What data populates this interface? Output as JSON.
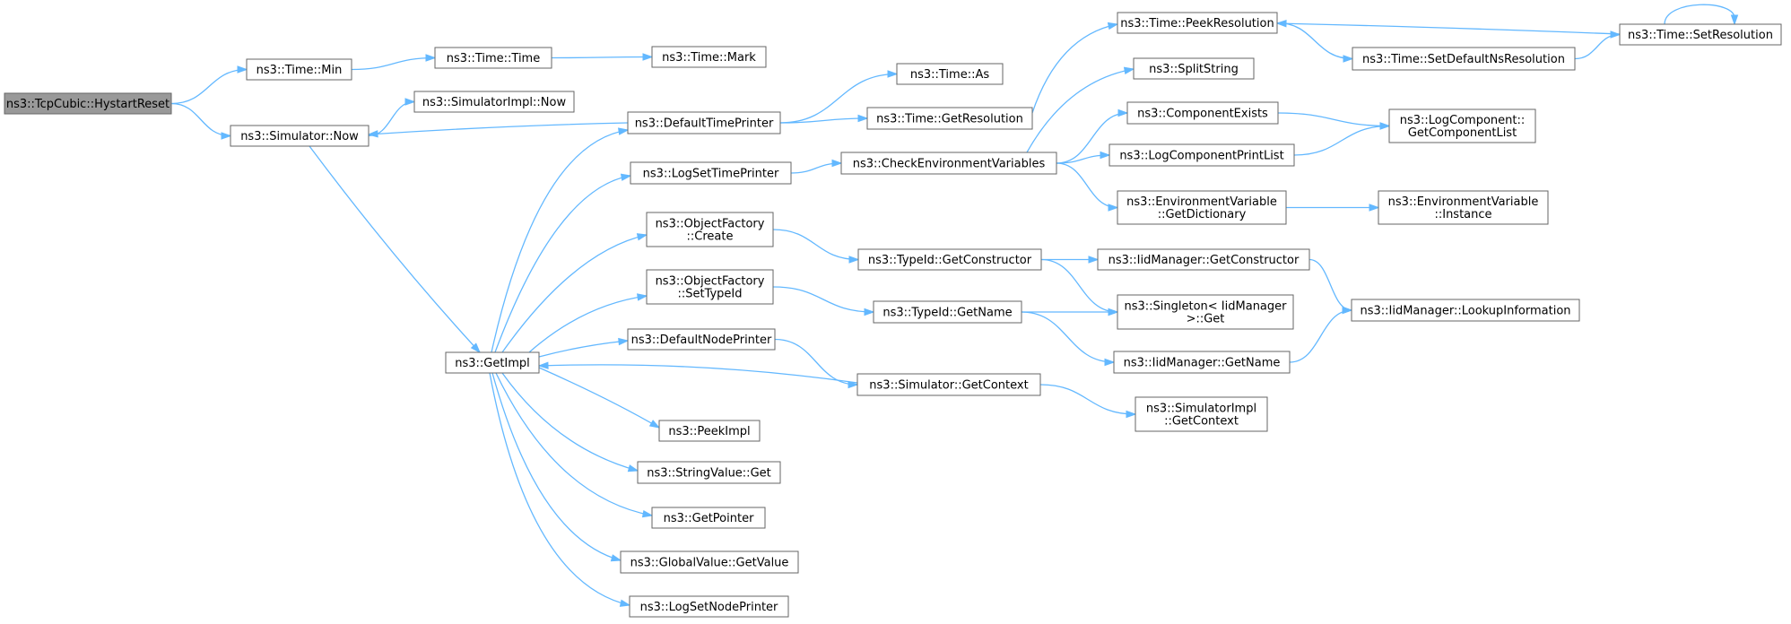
{
  "graph": {
    "colors": {
      "edge": "#63b8ff",
      "node_border": "#666666",
      "node_fill": "#ffffff",
      "root_fill": "#999999",
      "text": "#000000"
    },
    "nodes": [
      {
        "id": "hystart",
        "lines": [
          "ns3::TcpCubic::HystartReset"
        ],
        "root": true
      },
      {
        "id": "timemin",
        "lines": [
          "ns3::Time::Min"
        ]
      },
      {
        "id": "timetime",
        "lines": [
          "ns3::Time::Time"
        ]
      },
      {
        "id": "timemark",
        "lines": [
          "ns3::Time::Mark"
        ]
      },
      {
        "id": "simnow",
        "lines": [
          "ns3::Simulator::Now"
        ]
      },
      {
        "id": "simimplnow",
        "lines": [
          "ns3::SimulatorImpl::Now"
        ]
      },
      {
        "id": "defaulttimeprinter",
        "lines": [
          "ns3::DefaultTimePrinter"
        ]
      },
      {
        "id": "timeas",
        "lines": [
          "ns3::Time::As"
        ]
      },
      {
        "id": "getresolution",
        "lines": [
          "ns3::Time::GetResolution"
        ]
      },
      {
        "id": "peekresolution",
        "lines": [
          "ns3::Time::PeekResolution"
        ]
      },
      {
        "id": "setdefaultns",
        "lines": [
          "ns3::Time::SetDefaultNsResolution"
        ]
      },
      {
        "id": "setresolution",
        "lines": [
          "ns3::Time::SetResolution"
        ]
      },
      {
        "id": "splitstring",
        "lines": [
          "ns3::SplitString"
        ]
      },
      {
        "id": "componentexists",
        "lines": [
          "ns3::ComponentExists"
        ]
      },
      {
        "id": "getcomponentlist",
        "lines": [
          "ns3::LogComponent::",
          "GetComponentList"
        ]
      },
      {
        "id": "logsettimeprinter",
        "lines": [
          "ns3::LogSetTimePrinter"
        ]
      },
      {
        "id": "checkenv",
        "lines": [
          "ns3::CheckEnvironmentVariables"
        ]
      },
      {
        "id": "logcomponentprintlist",
        "lines": [
          "ns3::LogComponentPrintList"
        ]
      },
      {
        "id": "envgetdictionary",
        "lines": [
          "ns3::EnvironmentVariable",
          "::GetDictionary"
        ]
      },
      {
        "id": "envinstance",
        "lines": [
          "ns3::EnvironmentVariable",
          "::Instance"
        ]
      },
      {
        "id": "ofcreate",
        "lines": [
          "ns3::ObjectFactory",
          "::Create"
        ]
      },
      {
        "id": "typeidgetconstructor",
        "lines": [
          "ns3::TypeId::GetConstructor"
        ]
      },
      {
        "id": "iidgetconstructor",
        "lines": [
          "ns3::IidManager::GetConstructor"
        ]
      },
      {
        "id": "ofsettypeid",
        "lines": [
          "ns3::ObjectFactory",
          "::SetTypeId"
        ]
      },
      {
        "id": "typeidgetname",
        "lines": [
          "ns3::TypeId::GetName"
        ]
      },
      {
        "id": "singletonget",
        "lines": [
          "ns3::Singleton< IidManager",
          " >::Get"
        ]
      },
      {
        "id": "lookupinfo",
        "lines": [
          "ns3::IidManager::LookupInformation"
        ]
      },
      {
        "id": "defaultnodeprinter",
        "lines": [
          "ns3::DefaultNodePrinter"
        ]
      },
      {
        "id": "iidgetname",
        "lines": [
          "ns3::IidManager::GetName"
        ]
      },
      {
        "id": "getimpl",
        "lines": [
          "ns3::GetImpl"
        ]
      },
      {
        "id": "simgetcontext",
        "lines": [
          "ns3::Simulator::GetContext"
        ]
      },
      {
        "id": "simimplgetcontext",
        "lines": [
          "ns3::SimulatorImpl",
          "::GetContext"
        ]
      },
      {
        "id": "peekimpl",
        "lines": [
          "ns3::PeekImpl"
        ]
      },
      {
        "id": "stringvalueget",
        "lines": [
          "ns3::StringValue::Get"
        ]
      },
      {
        "id": "getpointer",
        "lines": [
          "ns3::GetPointer"
        ]
      },
      {
        "id": "globalvaluegetvalue",
        "lines": [
          "ns3::GlobalValue::GetValue"
        ]
      },
      {
        "id": "logsetnodeprinter",
        "lines": [
          "ns3::LogSetNodePrinter"
        ]
      }
    ],
    "edges": [
      {
        "from": "hystart",
        "to": "timemin"
      },
      {
        "from": "hystart",
        "to": "simnow"
      },
      {
        "from": "timemin",
        "to": "timetime"
      },
      {
        "from": "timetime",
        "to": "timemark"
      },
      {
        "from": "simnow",
        "to": "simimplnow"
      },
      {
        "from": "simnow",
        "to": "getimpl"
      },
      {
        "from": "defaulttimeprinter",
        "to": "simnow"
      },
      {
        "from": "defaulttimeprinter",
        "to": "timeas"
      },
      {
        "from": "defaulttimeprinter",
        "to": "getresolution"
      },
      {
        "from": "getresolution",
        "to": "peekresolution"
      },
      {
        "from": "peekresolution",
        "to": "setdefaultns"
      },
      {
        "from": "setdefaultns",
        "to": "setresolution"
      },
      {
        "from": "setresolution",
        "to": "peekresolution"
      },
      {
        "from": "setresolution",
        "to": "setresolution"
      },
      {
        "from": "getimpl",
        "to": "defaulttimeprinter"
      },
      {
        "from": "getimpl",
        "to": "logsettimeprinter"
      },
      {
        "from": "getimpl",
        "to": "ofcreate"
      },
      {
        "from": "getimpl",
        "to": "ofsettypeid"
      },
      {
        "from": "getimpl",
        "to": "defaultnodeprinter"
      },
      {
        "from": "getimpl",
        "to": "peekimpl"
      },
      {
        "from": "getimpl",
        "to": "stringvalueget"
      },
      {
        "from": "getimpl",
        "to": "getpointer"
      },
      {
        "from": "getimpl",
        "to": "globalvaluegetvalue"
      },
      {
        "from": "getimpl",
        "to": "logsetnodeprinter"
      },
      {
        "from": "logsettimeprinter",
        "to": "checkenv"
      },
      {
        "from": "checkenv",
        "to": "splitstring"
      },
      {
        "from": "checkenv",
        "to": "componentexists"
      },
      {
        "from": "checkenv",
        "to": "logcomponentprintlist"
      },
      {
        "from": "checkenv",
        "to": "envgetdictionary"
      },
      {
        "from": "componentexists",
        "to": "getcomponentlist"
      },
      {
        "from": "logcomponentprintlist",
        "to": "getcomponentlist"
      },
      {
        "from": "envgetdictionary",
        "to": "envinstance"
      },
      {
        "from": "ofcreate",
        "to": "typeidgetconstructor"
      },
      {
        "from": "typeidgetconstructor",
        "to": "iidgetconstructor"
      },
      {
        "from": "typeidgetconstructor",
        "to": "singletonget"
      },
      {
        "from": "iidgetconstructor",
        "to": "lookupinfo"
      },
      {
        "from": "ofsettypeid",
        "to": "typeidgetname"
      },
      {
        "from": "typeidgetname",
        "to": "singletonget"
      },
      {
        "from": "typeidgetname",
        "to": "iidgetname"
      },
      {
        "from": "iidgetname",
        "to": "lookupinfo"
      },
      {
        "from": "defaultnodeprinter",
        "to": "simgetcontext"
      },
      {
        "from": "simgetcontext",
        "to": "getimpl"
      },
      {
        "from": "simgetcontext",
        "to": "simimplgetcontext"
      }
    ]
  }
}
